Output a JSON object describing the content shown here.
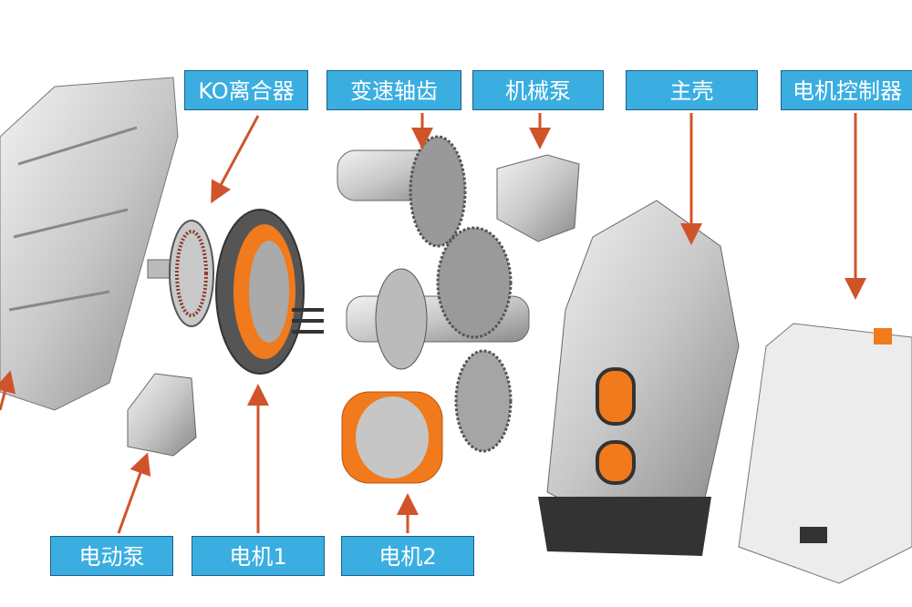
{
  "labels": {
    "ko_clutch": "KO离合器",
    "transmission_gears": "变速轴齿",
    "mechanical_pump": "机械泵",
    "main_housing": "主壳",
    "motor_controller": "电机控制器",
    "electric_pump": "电动泵",
    "motor1": "电机1",
    "motor2": "电机2"
  },
  "colors": {
    "label_fill": "#3aaee0",
    "arrow": "#d0542a",
    "stator_orange": "#f07a1c"
  }
}
